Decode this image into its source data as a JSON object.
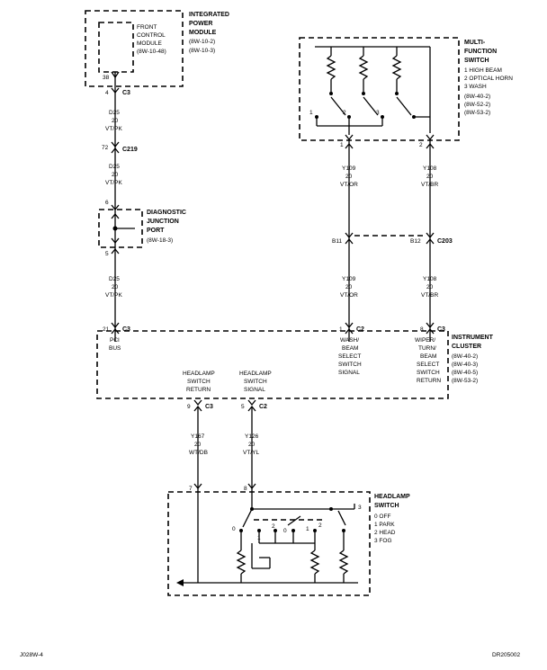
{
  "ipm": {
    "title1": "INTEGRATED",
    "title2": "POWER",
    "title3": "MODULE",
    "ref1": "(8W-10-2)",
    "ref2": "(8W-10-3)",
    "fcm1": "FRONT",
    "fcm2": "CONTROL",
    "fcm3": "MODULE",
    "fcm_ref": "(8W-10-48)",
    "pin_top": "38",
    "pin": "4",
    "conn": "C3"
  },
  "wire1": {
    "circuit": "D25",
    "gauge": "20",
    "color": "VT/PK"
  },
  "c219": {
    "pin": "72",
    "conn": "C219"
  },
  "wire2": {
    "circuit": "D25",
    "gauge": "20",
    "color": "VT/PK"
  },
  "djp": {
    "title1": "DIAGNOSTIC",
    "title2": "JUNCTION",
    "title3": "PORT",
    "ref": "(8W-18-3)",
    "pin_top": "6",
    "pin_bottom": "5"
  },
  "wire3": {
    "circuit": "D25",
    "gauge": "20",
    "color": "VT/PK"
  },
  "mfs": {
    "title1": "MULTI-",
    "title2": "FUNCTION",
    "title3": "SWITCH",
    "legend": [
      "1 HIGH BEAM",
      "2 OPTICAL HORN",
      "3 WASH"
    ],
    "refs": [
      "(8W-40-2)",
      "(8W-52-2)",
      "(8W-53-2)"
    ],
    "pos": [
      "1",
      "2",
      "3"
    ],
    "pin1": "1",
    "pin2": "2"
  },
  "wire_y109a": {
    "circuit": "Y109",
    "gauge": "20",
    "color": "VT/OR"
  },
  "wire_y108a": {
    "circuit": "Y108",
    "gauge": "20",
    "color": "VT/BR"
  },
  "c203": {
    "pin_left": "B11",
    "pin_right": "B12",
    "conn": "C203"
  },
  "wire_y109b": {
    "circuit": "Y109",
    "gauge": "20",
    "color": "VT/OR"
  },
  "wire_y108b": {
    "circuit": "Y108",
    "gauge": "20",
    "color": "VT/BR"
  },
  "ic": {
    "title1": "INSTRUMENT",
    "title2": "CLUSTER",
    "refs": [
      "(8W-40-2)",
      "(8W-40-3)",
      "(8W-40-5)",
      "(8W-53-2)"
    ],
    "pci": [
      "PCI",
      "BUS"
    ],
    "pin_pci": "21",
    "conn_pci": "C3",
    "wash": [
      "WASH/",
      "BEAM",
      "SELECT",
      "SWITCH",
      "SIGNAL"
    ],
    "pin_wash": "1",
    "conn_wash": "C2",
    "wiper": [
      "WIPER/",
      "TURN/",
      "BEAM",
      "SELECT",
      "SWITCH",
      "RETURN"
    ],
    "pin_wiper": "8",
    "conn_wiper": "C3",
    "hret": [
      "HEADLAMP",
      "SWITCH",
      "RETURN"
    ],
    "hsig": [
      "HEADLAMP",
      "SWITCH",
      "SIGNAL"
    ],
    "pin_hret": "9",
    "conn_hret": "C3",
    "pin_hsig": "5",
    "conn_hsig": "C2"
  },
  "wire_y167": {
    "circuit": "Y167",
    "gauge": "20",
    "color": "WT/DB"
  },
  "wire_y126": {
    "circuit": "Y126",
    "gauge": "20",
    "color": "VT/YL"
  },
  "hs": {
    "title1": "HEADLAMP",
    "title2": "SWITCH",
    "legend": [
      "0 OFF",
      "1 PARK",
      "2 HEAD",
      "3 FOG"
    ],
    "pin7": "7",
    "pin8": "8",
    "pos": [
      "0",
      "1",
      "2",
      "0",
      "1",
      "2",
      "3"
    ]
  },
  "footer": {
    "left": "J028W-4",
    "right": "DR205002"
  }
}
